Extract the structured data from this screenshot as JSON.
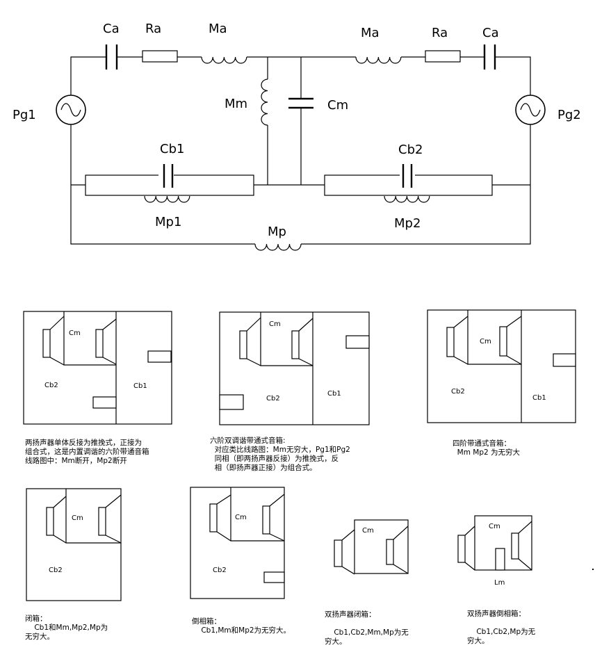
{
  "circuit": {
    "labels": {
      "ca_left": "Ca",
      "ra_left": "Ra",
      "ma_left": "Ma",
      "ma_right": "Ma",
      "ra_right": "Ra",
      "ca_right": "Ca",
      "pg1": "Pg1",
      "pg2": "Pg2",
      "mm": "Mm",
      "cm": "Cm",
      "cb1": "Cb1",
      "cb2": "Cb2",
      "mp1": "Mp1",
      "mp2": "Mp2",
      "mp": "Mp"
    }
  },
  "enclosures": [
    {
      "cm": "Cm",
      "cb2": "Cb2",
      "cb1": "Cb1",
      "caption": "两扬声器单体反接为推挽式，正接为\n组合式，这是内置调谐的六阶带通音箱\n线路图中：Mm断开，Mp2断开"
    },
    {
      "cm": "Cm",
      "cb2": "Cb2",
      "cb1": "Cb1",
      "caption": "六阶双调谐带通式音箱:\n  对应类比线路图：Mm无穷大，Pg1和Pg2\n  同相（即两扬声器反接）为推挽式，反\n  相（即扬声器正接）为组合式。"
    },
    {
      "cm": "Cm",
      "cb2": "Cb2",
      "cb1": "Cb1",
      "caption": "四阶带通式音箱：\n  Mm Mp2 为无穷大"
    },
    {
      "cm": "Cm",
      "cb2": "Cb2",
      "caption": "闭箱：\n    Cb1和Mm,Mp2,Mp为\n无穷大。"
    },
    {
      "cm": "Cm",
      "cb2": "Cb2",
      "caption": "倒相箱：\n    Cb1,Mm和Mp2为无穷大。"
    },
    {
      "cm": "Cm",
      "caption": "双扬声器闭箱：\n\n    Cb1,Cb2,Mm,Mp为无\n穷大。"
    },
    {
      "cm": "Cm",
      "lm": "Lm",
      "caption": "双扬声器倒相箱：\n\n    Cb1,Cb2,Mp为无\n穷大。"
    }
  ]
}
